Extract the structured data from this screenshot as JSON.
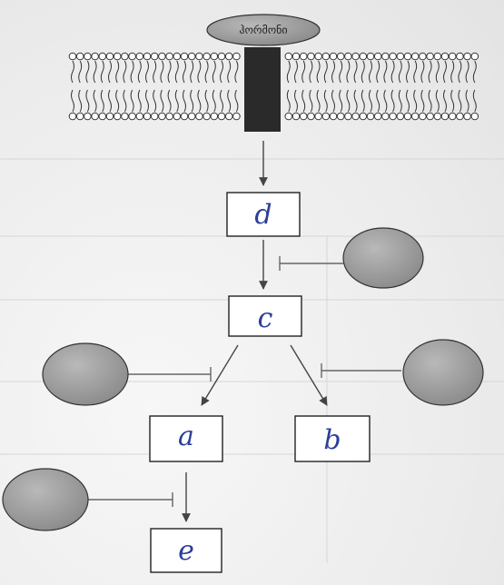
{
  "receptor": {
    "label": "ჰორმონი"
  },
  "boxes": {
    "top": {
      "letter": "d"
    },
    "middle": {
      "letter": "c"
    },
    "left": {
      "letter": "a"
    },
    "right": {
      "letter": "b"
    },
    "bottom": {
      "letter": "e"
    }
  },
  "colors": {
    "ellipse_fill": "#9a9a9a",
    "box_stroke": "#222222",
    "handwriting": "#2b3f9a",
    "membrane_head": "#ffffff",
    "receptor_body": "#2a2a2a"
  }
}
